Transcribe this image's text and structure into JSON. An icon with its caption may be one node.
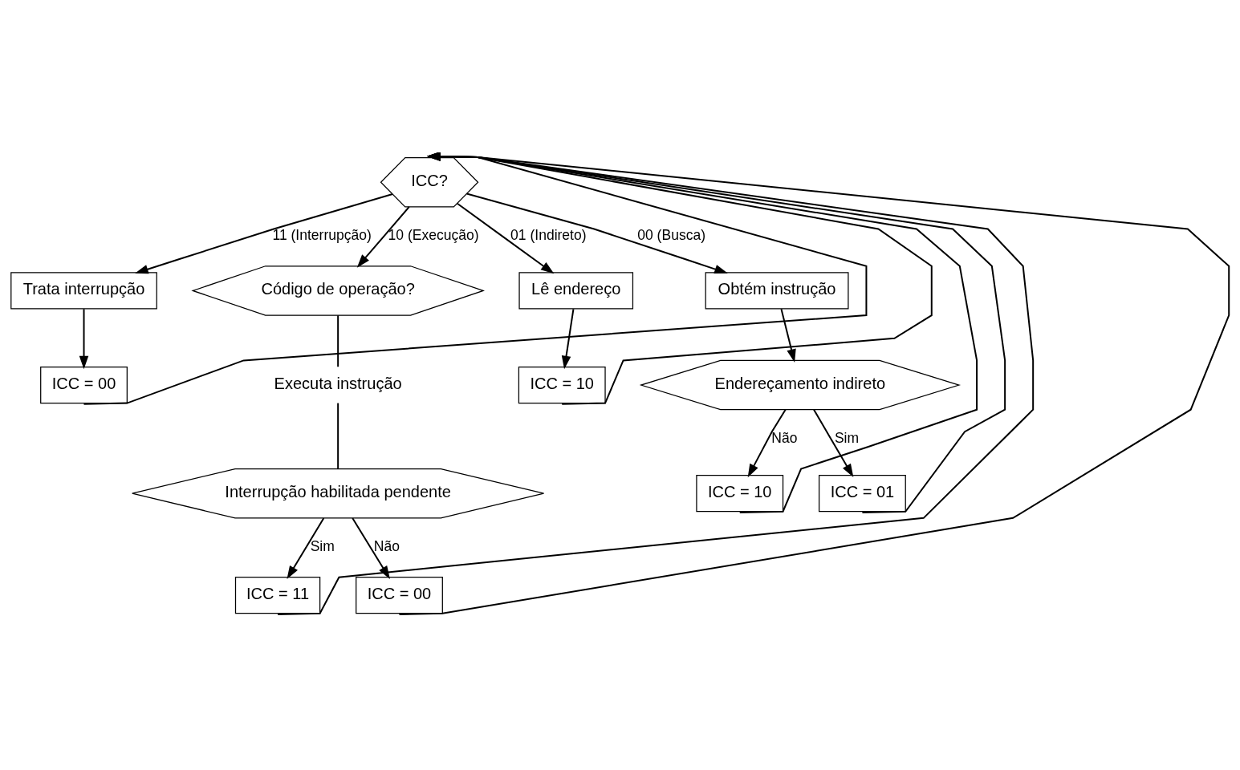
{
  "diagram": {
    "nodes": [
      {
        "text": [
          "ICC?"
        ]
      },
      {
        "text": [
          "Trata interrupção"
        ]
      },
      {
        "text": [
          "Código de operação?"
        ]
      },
      {
        "text": [
          "Lê endereço"
        ]
      },
      {
        "text": [
          "Obtém instrução"
        ]
      },
      {
        "text": [
          "ICC = 00"
        ]
      },
      {
        "text": [
          "Executa instrução"
        ]
      },
      {
        "text": [
          "ICC = 10"
        ]
      },
      {
        "text": [
          "Endereçamento indireto"
        ]
      },
      {
        "text": [
          "Interrupção habilitada pendente"
        ]
      },
      {
        "text": [
          "ICC = 10"
        ]
      },
      {
        "text": [
          "ICC = 01"
        ]
      },
      {
        "text": [
          "ICC = 11"
        ]
      },
      {
        "text": [
          "ICC = 00"
        ]
      }
    ],
    "edges": [
      {
        "from": 0,
        "to": 1,
        "arrow": "to",
        "label": "11 (Interrupção)"
      },
      {
        "from": 0,
        "to": 2,
        "arrow": "to",
        "label": "10 (Execução)"
      },
      {
        "from": 0,
        "to": 3,
        "arrow": "to",
        "label": "01 (Indireto)"
      },
      {
        "from": 0,
        "to": 4,
        "arrow": "to",
        "label": "00 (Busca)"
      },
      {
        "from": 1,
        "to": 5,
        "arrow": "to"
      },
      {
        "from": 2,
        "to": 6,
        "arrow": "none"
      },
      {
        "from": 3,
        "to": 7,
        "arrow": "to"
      },
      {
        "from": 4,
        "to": 8,
        "arrow": "to"
      },
      {
        "from": 6,
        "to": 9,
        "arrow": "none"
      },
      {
        "from": 8,
        "to": 10,
        "arrow": "to",
        "label": "Não"
      },
      {
        "from": 8,
        "to": 11,
        "arrow": "to",
        "label": "Sim"
      },
      {
        "from": 9,
        "to": 12,
        "arrow": "to",
        "label": "Sim"
      },
      {
        "from": 9,
        "to": 13,
        "arrow": "to",
        "label": "Não"
      },
      {
        "from": 5,
        "to": 0,
        "arrow": "to"
      },
      {
        "from": 12,
        "to": 0,
        "arrow": "to"
      },
      {
        "from": 13,
        "to": 0,
        "arrow": "to"
      },
      {
        "from": 7,
        "to": 0,
        "arrow": "to"
      },
      {
        "from": 10,
        "to": 0,
        "arrow": "to"
      },
      {
        "from": 11,
        "to": 0,
        "arrow": "to"
      }
    ]
  }
}
